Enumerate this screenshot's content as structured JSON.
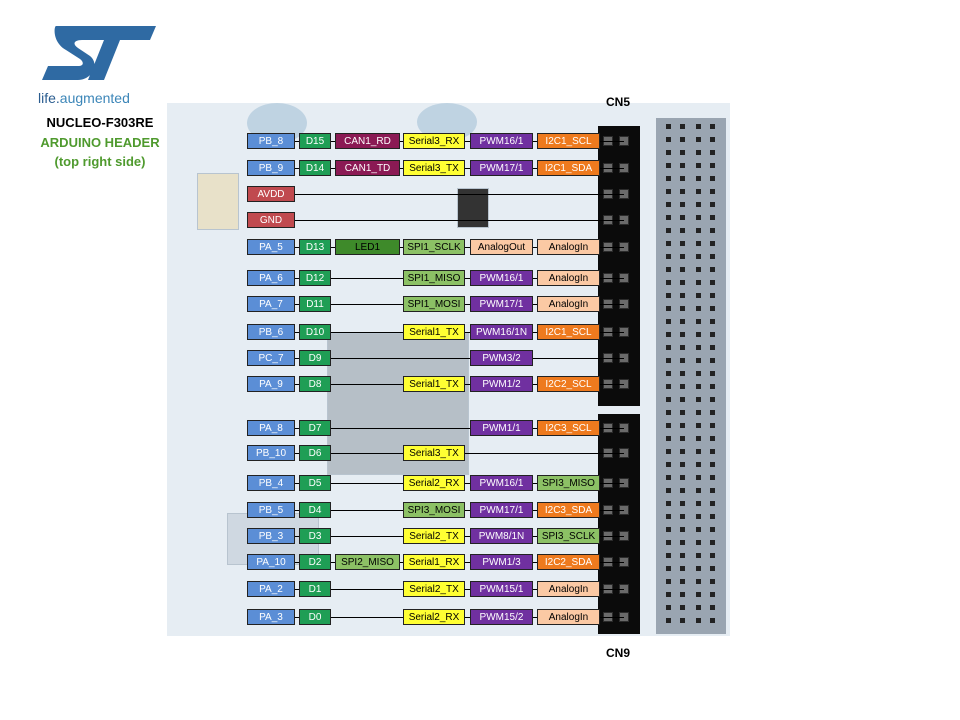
{
  "logo": {
    "brand": "life.augmented",
    "brand_parts": [
      "life.",
      "augmented"
    ]
  },
  "titles": {
    "board": "NUCLEO-F303RE",
    "header": "ARDUINO HEADER",
    "side": "(top right side)"
  },
  "connectors": {
    "top": "CN5",
    "bottom": "CN9"
  },
  "colors": {
    "port": "#5b8ed6",
    "arduino": "#1f9e55",
    "power": "#c04a4f",
    "can": "#8b1a54",
    "serial": "#ffff33",
    "pwm": "#7030a0",
    "i2c": "#ee7a1e",
    "spi": "#8cc165",
    "analog": "#fbc9a4",
    "led": "#3e8a2a"
  },
  "rows": [
    {
      "labels": [
        {
          "text": "PB_8",
          "type": "port"
        },
        {
          "text": "D15",
          "type": "arduino"
        },
        {
          "text": "CAN1_RD",
          "type": "can"
        },
        {
          "text": "Serial3_RX",
          "type": "serial"
        },
        {
          "text": "PWM16/1",
          "type": "pwm"
        },
        {
          "text": "I2C1_SCL",
          "type": "i2c"
        }
      ]
    },
    {
      "labels": [
        {
          "text": "PB_9",
          "type": "port"
        },
        {
          "text": "D14",
          "type": "arduino"
        },
        {
          "text": "CAN1_TD",
          "type": "can"
        },
        {
          "text": "Serial3_TX",
          "type": "serial"
        },
        {
          "text": "PWM17/1",
          "type": "pwm"
        },
        {
          "text": "I2C1_SDA",
          "type": "i2c"
        }
      ]
    },
    {
      "labels": [
        {
          "text": "AVDD",
          "type": "power"
        }
      ]
    },
    {
      "labels": [
        {
          "text": "GND",
          "type": "power"
        }
      ]
    },
    {
      "labels": [
        {
          "text": "PA_5",
          "type": "port"
        },
        {
          "text": "D13",
          "type": "arduino"
        },
        {
          "text": "LED1",
          "type": "led"
        },
        {
          "text": "SPI1_SCLK",
          "type": "spi"
        },
        {
          "text": "AnalogOut",
          "type": "analog"
        },
        {
          "text": "AnalogIn",
          "type": "analog"
        }
      ]
    },
    {
      "labels": [
        {
          "text": "PA_6",
          "type": "port"
        },
        {
          "text": "D12",
          "type": "arduino"
        },
        {
          "text": "SPI1_MISO",
          "type": "spi"
        },
        {
          "text": "PWM16/1",
          "type": "pwm"
        },
        {
          "text": "AnalogIn",
          "type": "analog"
        }
      ]
    },
    {
      "labels": [
        {
          "text": "PA_7",
          "type": "port"
        },
        {
          "text": "D11",
          "type": "arduino"
        },
        {
          "text": "SPI1_MOSI",
          "type": "spi"
        },
        {
          "text": "PWM17/1",
          "type": "pwm"
        },
        {
          "text": "AnalogIn",
          "type": "analog"
        }
      ]
    },
    {
      "labels": [
        {
          "text": "PB_6",
          "type": "port"
        },
        {
          "text": "D10",
          "type": "arduino"
        },
        {
          "text": "Serial1_TX",
          "type": "serial"
        },
        {
          "text": "PWM16/1N",
          "type": "pwm"
        },
        {
          "text": "I2C1_SCL",
          "type": "i2c"
        }
      ]
    },
    {
      "labels": [
        {
          "text": "PC_7",
          "type": "port"
        },
        {
          "text": "D9",
          "type": "arduino"
        },
        {
          "text": "PWM3/2",
          "type": "pwm"
        }
      ]
    },
    {
      "labels": [
        {
          "text": "PA_9",
          "type": "port"
        },
        {
          "text": "D8",
          "type": "arduino"
        },
        {
          "text": "Serial1_TX",
          "type": "serial"
        },
        {
          "text": "PWM1/2",
          "type": "pwm"
        },
        {
          "text": "I2C2_SCL",
          "type": "i2c"
        }
      ]
    },
    {
      "labels": [
        {
          "text": "PA_8",
          "type": "port"
        },
        {
          "text": "D7",
          "type": "arduino"
        },
        {
          "text": "PWM1/1",
          "type": "pwm"
        },
        {
          "text": "I2C3_SCL",
          "type": "i2c"
        }
      ]
    },
    {
      "labels": [
        {
          "text": "PB_10",
          "type": "port"
        },
        {
          "text": "D6",
          "type": "arduino"
        },
        {
          "text": "Serial3_TX",
          "type": "serial"
        }
      ]
    },
    {
      "labels": [
        {
          "text": "PB_4",
          "type": "port"
        },
        {
          "text": "D5",
          "type": "arduino"
        },
        {
          "text": "Serial2_RX",
          "type": "serial"
        },
        {
          "text": "PWM16/1",
          "type": "pwm"
        },
        {
          "text": "SPI3_MISO",
          "type": "spi"
        }
      ]
    },
    {
      "labels": [
        {
          "text": "PB_5",
          "type": "port"
        },
        {
          "text": "D4",
          "type": "arduino"
        },
        {
          "text": "SPI3_MOSI",
          "type": "spi"
        },
        {
          "text": "PWM17/1",
          "type": "pwm"
        },
        {
          "text": "I2C3_SDA",
          "type": "i2c"
        }
      ]
    },
    {
      "labels": [
        {
          "text": "PB_3",
          "type": "port"
        },
        {
          "text": "D3",
          "type": "arduino"
        },
        {
          "text": "Serial2_TX",
          "type": "serial"
        },
        {
          "text": "PWM8/1N",
          "type": "pwm"
        },
        {
          "text": "SPI3_SCLK",
          "type": "spi"
        }
      ]
    },
    {
      "labels": [
        {
          "text": "PA_10",
          "type": "port"
        },
        {
          "text": "D2",
          "type": "arduino"
        },
        {
          "text": "SPI2_MISO",
          "type": "spi"
        },
        {
          "text": "Serial1_RX",
          "type": "serial"
        },
        {
          "text": "PWM1/3",
          "type": "pwm"
        },
        {
          "text": "I2C2_SDA",
          "type": "i2c"
        }
      ]
    },
    {
      "labels": [
        {
          "text": "PA_2",
          "type": "port"
        },
        {
          "text": "D1",
          "type": "arduino"
        },
        {
          "text": "Serial2_TX",
          "type": "serial"
        },
        {
          "text": "PWM15/1",
          "type": "pwm"
        },
        {
          "text": "AnalogIn",
          "type": "analog"
        }
      ]
    },
    {
      "labels": [
        {
          "text": "PA_3",
          "type": "port"
        },
        {
          "text": "D0",
          "type": "arduino"
        },
        {
          "text": "Serial2_RX",
          "type": "serial"
        },
        {
          "text": "PWM15/2",
          "type": "pwm"
        },
        {
          "text": "AnalogIn",
          "type": "analog"
        }
      ]
    }
  ]
}
